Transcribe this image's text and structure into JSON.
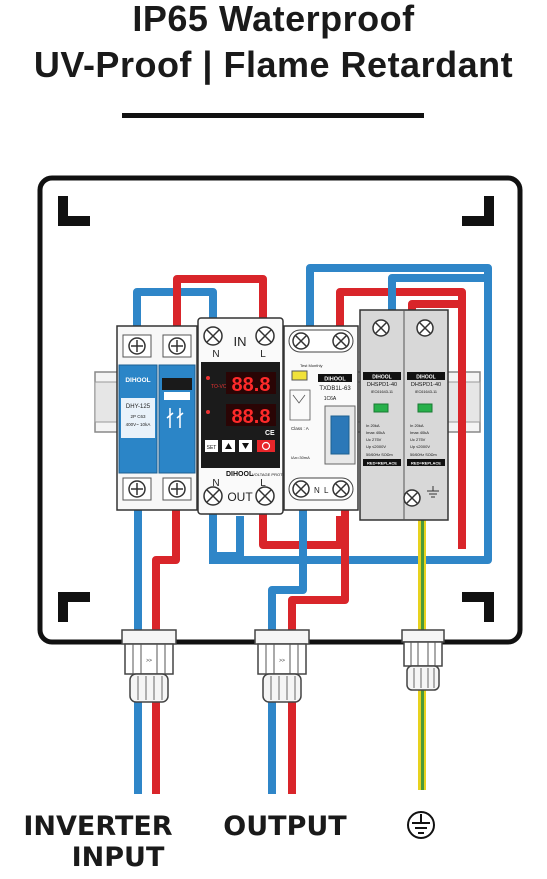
{
  "header": {
    "line1": "IP65 Waterproof",
    "line2": "UV-Proof | Flame Retardant"
  },
  "breaker": {
    "brand": "DIHOOL",
    "model": "DHY-125",
    "spec1": "2P  C63",
    "spec2": "400V~  10kA"
  },
  "voltage_protector": {
    "terminal_n": "N",
    "terminal_in": "IN",
    "terminal_l": "L",
    "terminal_out": "OUT",
    "display_top": "88.8",
    "display_bottom": "88.8",
    "label_tovolt": "TO-VOLT",
    "label_set": "SET",
    "brand": "DIHOOL",
    "subtitle": "VOLTAGE PROTECTOR"
  },
  "rcbo": {
    "test": "Test  Monthly",
    "brand": "DIHOOL",
    "model": "TXDB1L-63",
    "rating": "1C6A",
    "class": "Class : A",
    "spec": "IΔn=30mA",
    "terminal_n": "N",
    "terminal_l": "L"
  },
  "spd": [
    {
      "brand": "DIHOOL",
      "model": "DHSPD1-40",
      "cert": "IEC61643-11",
      "in": "In      20kA",
      "imax": "Imax   40kA",
      "uc": "Uc     275V",
      "up": "Up   ≤2000V",
      "freq": "50/60Hz  SOΩm",
      "status": "RED=REPLACE"
    },
    {
      "brand": "DIHOOL",
      "model": "DHSPD1-40",
      "cert": "IEC61643-11",
      "in": "In      20kA",
      "imax": "Imax   40kA",
      "uc": "Uc     275V",
      "up": "Up   ≤2000V",
      "freq": "50/60Hz  SOΩm",
      "status": "RED=REPLACE"
    }
  ],
  "labels": {
    "inverter_line1": "INVERTER",
    "inverter_line2": "INPUT",
    "output": "OUTPUT"
  },
  "icons": {
    "ground": "ground-symbol-icon"
  },
  "colors": {
    "live": "#d9252a",
    "neutral": "#2f86c8",
    "earth_green": "#4a9a3a",
    "earth_yellow": "#e8d21e"
  }
}
